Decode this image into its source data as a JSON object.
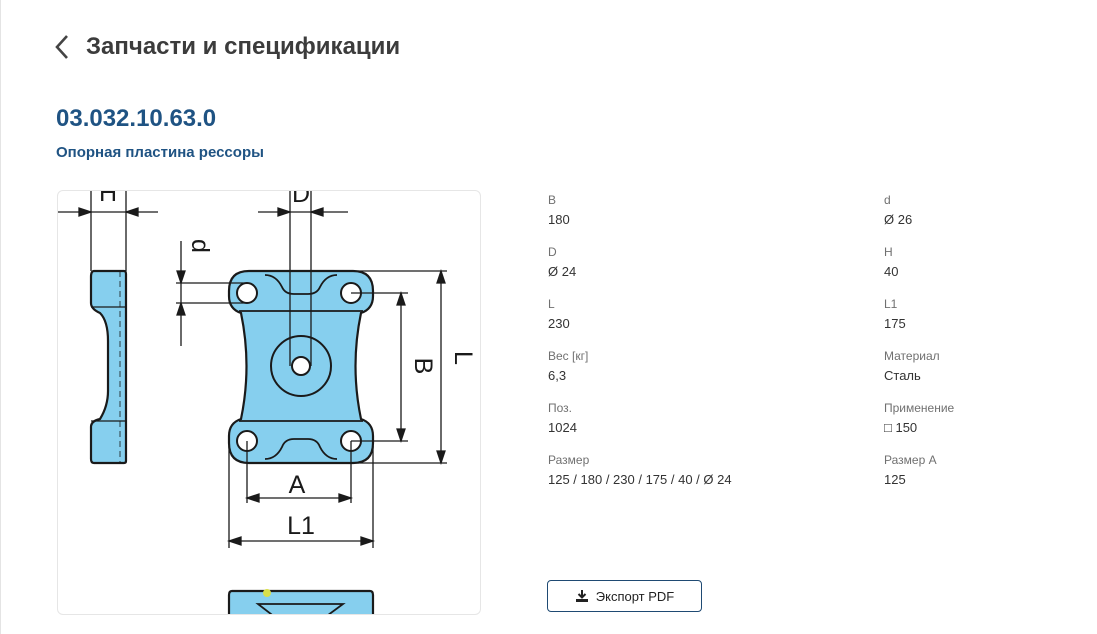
{
  "header": {
    "title": "Запчасти и спецификации",
    "back_icon": "chevron-left-icon"
  },
  "part": {
    "number": "03.032.10.63.0",
    "name": "Опорная пластина рессоры"
  },
  "drawing": {
    "labels": {
      "H": "H",
      "D": "D",
      "d": "d",
      "B": "B",
      "L": "L",
      "A": "A",
      "L1": "L1"
    },
    "fill_color": "#86cfee"
  },
  "specs": {
    "left": [
      {
        "label": "B",
        "value": "180"
      },
      {
        "label": "D",
        "value": "Ø 24"
      },
      {
        "label": "L",
        "value": "230"
      },
      {
        "label": "Вес [кг]",
        "value": "6,3"
      },
      {
        "label": "Поз.",
        "value": "1024"
      },
      {
        "label": "Размер",
        "value": "125 / 180 / 230 / 175 / 40 / Ø 24"
      }
    ],
    "right": [
      {
        "label": "d",
        "value": "Ø 26"
      },
      {
        "label": "H",
        "value": "40"
      },
      {
        "label": "L1",
        "value": "175"
      },
      {
        "label": "Материал",
        "value": "Сталь"
      },
      {
        "label": "Применение",
        "value": "□ 150"
      },
      {
        "label": "Размер A",
        "value": "125"
      }
    ]
  },
  "export_button": {
    "label": "Экспорт PDF",
    "icon": "download-icon"
  }
}
